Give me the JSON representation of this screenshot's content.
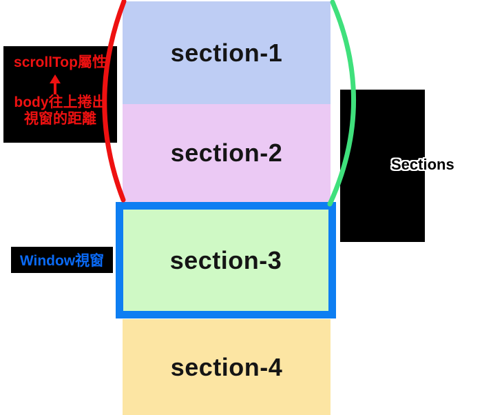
{
  "diagram": {
    "scrolltop_label": {
      "line1": "scrollTop屬性",
      "line2": "body往上捲出",
      "line3": "視窗的距離"
    },
    "window_label": "Window視窗",
    "right_label": "Sections",
    "sections": {
      "s1": {
        "label": "section-1",
        "color": "#becdf4"
      },
      "s2": {
        "label": "section-2",
        "color": "#ebc9f4"
      },
      "s3": {
        "label": "section-3",
        "color": "#cff9c5"
      },
      "s4": {
        "label": "section-4",
        "color": "#fce5a3"
      }
    },
    "colors": {
      "annotation_red": "#ee1111",
      "bracket_red": "#ee1111",
      "bracket_green": "#3fe07c",
      "viewport_border_blue": "#0d7ef2",
      "window_text_blue": "#0a6af5",
      "label_box_black": "#000000"
    },
    "icons": {
      "up_arrow": "up-arrow"
    }
  }
}
